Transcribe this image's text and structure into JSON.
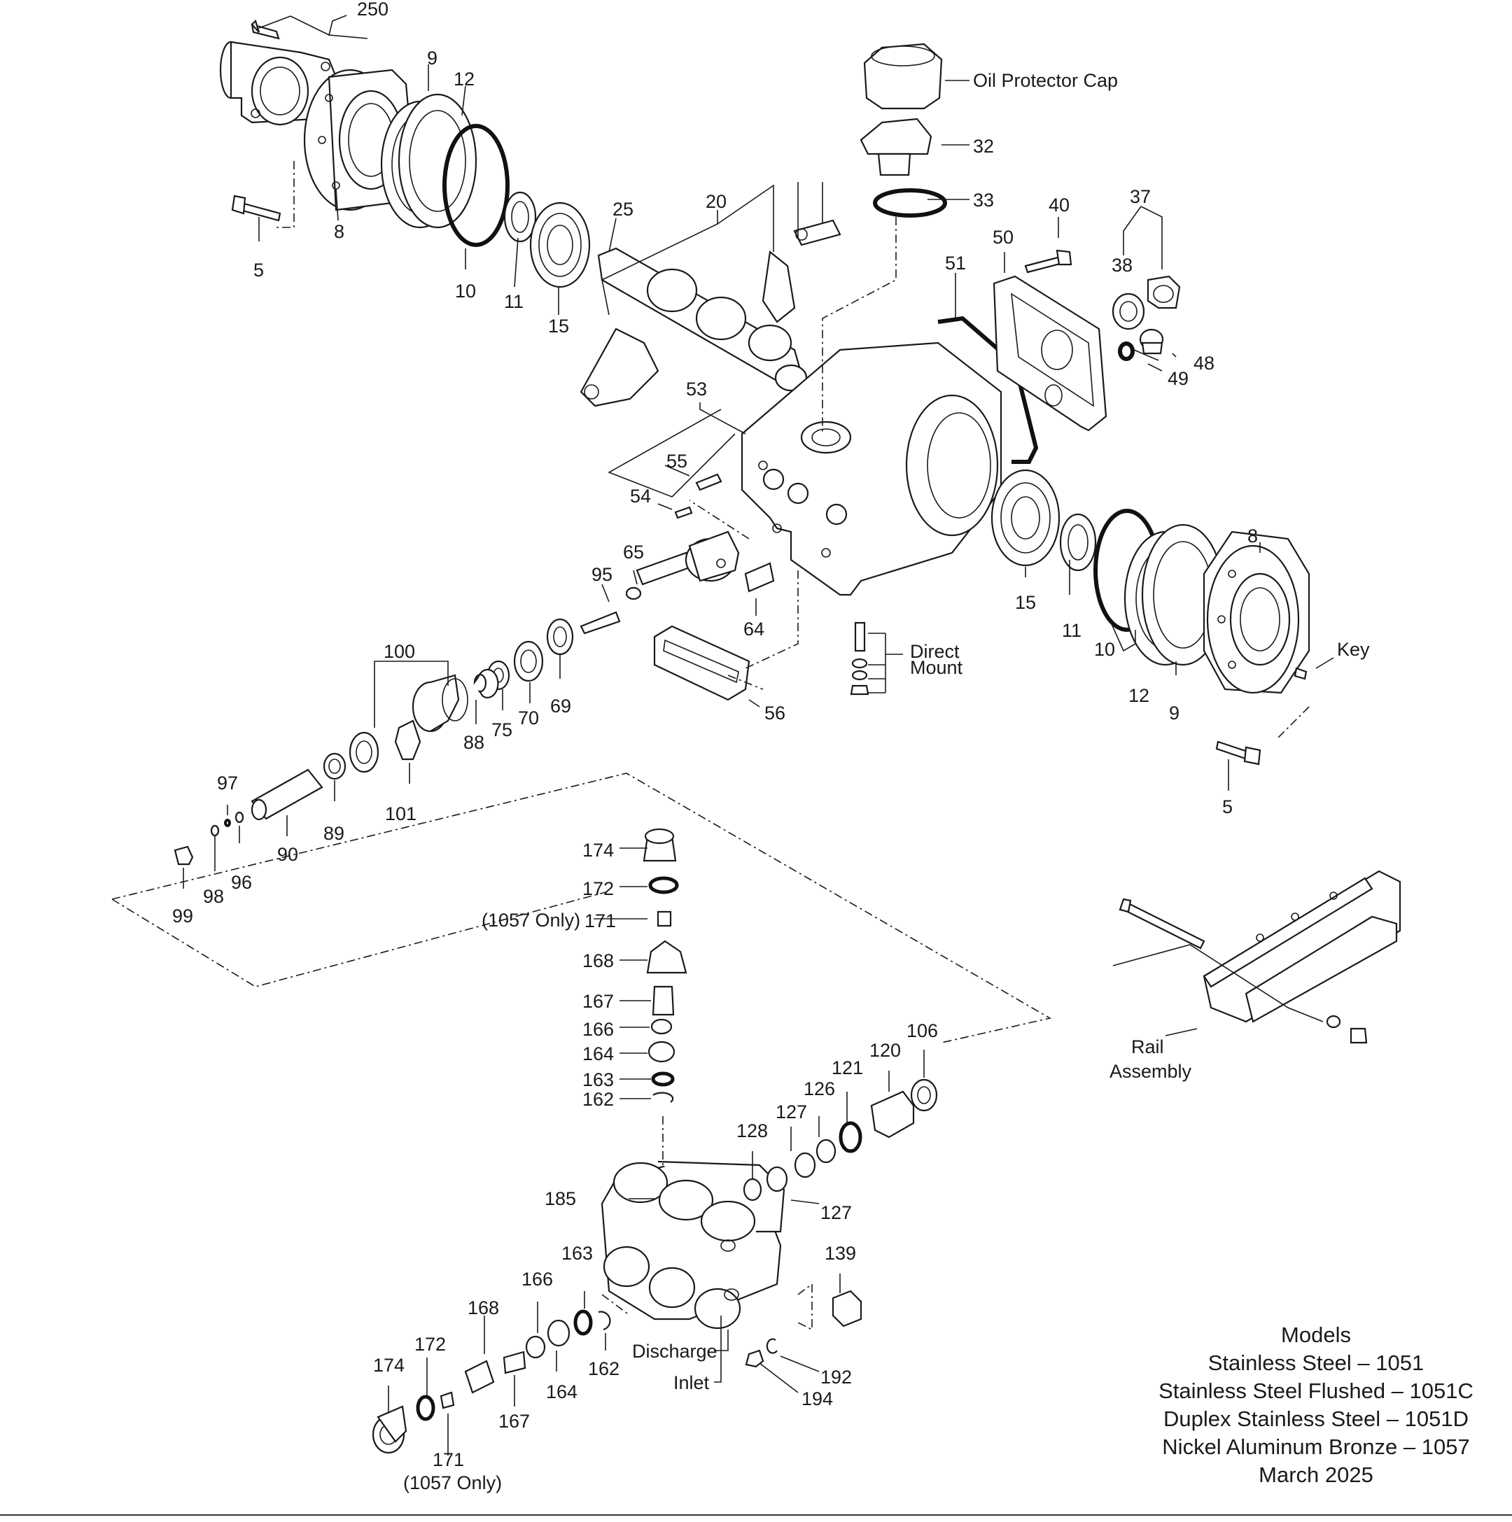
{
  "callouts": {
    "n250": "250",
    "n9": "9",
    "n12": "12",
    "n5": "5",
    "n8": "8",
    "n10": "10",
    "n11": "11",
    "n15": "15",
    "n25": "25",
    "n20": "20",
    "n32": "32",
    "n33": "33",
    "n40": "40",
    "n37": "37",
    "n38": "38",
    "n50": "50",
    "n51": "51",
    "n48": "48",
    "n49": "49",
    "n53": "53",
    "n55": "55",
    "n54": "54",
    "n95": "95",
    "n65": "65",
    "n64": "64",
    "n56": "56",
    "n100": "100",
    "n88": "88",
    "n75": "75",
    "n70": "70",
    "n69": "69",
    "n101": "101",
    "n97": "97",
    "n89": "89",
    "n90": "90",
    "n96": "96",
    "n98": "98",
    "n99": "99",
    "n174": "174",
    "n172": "172",
    "n171": "171",
    "n168": "168",
    "n167": "167",
    "n166": "166",
    "n164": "164",
    "n163": "163",
    "n162": "162",
    "n106": "106",
    "n120": "120",
    "n121": "121",
    "n126": "126",
    "n127": "127",
    "n128": "128",
    "n185": "185",
    "n139": "139",
    "n192": "192",
    "n194": "194"
  },
  "labels": {
    "oil_protector_cap": "Oil Protector Cap",
    "direct_mount_line1": "Direct",
    "direct_mount_line2": "Mount",
    "key": "Key",
    "rail_assembly_line1": "Rail",
    "rail_assembly_line2": "Assembly",
    "only_1057": "(1057 Only)",
    "discharge": "Discharge",
    "inlet": "Inlet"
  },
  "models": {
    "title": "Models",
    "lines": [
      "Stainless Steel – 1051",
      "Stainless Steel Flushed – 1051C",
      "Duplex Stainless Steel – 1051D",
      "Nickel Aluminum Bronze – 1057"
    ],
    "date": "March 2025"
  }
}
